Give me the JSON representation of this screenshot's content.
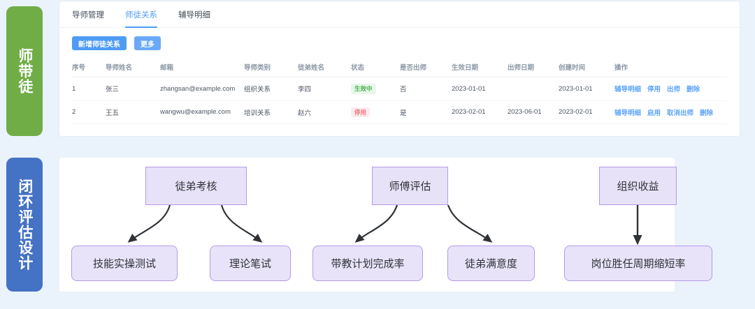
{
  "side_labels": {
    "mentorship": "师带徒",
    "closed_loop": "闭环评估设计"
  },
  "table_panel": {
    "tabs": [
      {
        "label": "导师管理",
        "active": false
      },
      {
        "label": "师徒关系",
        "active": true
      },
      {
        "label": "辅导明细",
        "active": false
      }
    ],
    "toolbar": {
      "add_label": "新增师徒关系",
      "more_label": "更多"
    },
    "columns": [
      "序号",
      "导师姓名",
      "邮箱",
      "导师类别",
      "徒弟姓名",
      "状态",
      "是否出师",
      "生效日期",
      "出师日期",
      "创建时间",
      "操作"
    ],
    "rows": [
      {
        "seq": "1",
        "mentor_name": "张三",
        "email": "zhangsan@example.com",
        "mentor_type": "组织关系",
        "student_name": "李四",
        "status": "生效中",
        "status_kind": "green",
        "graduated": "否",
        "effective_date": "2023-01-01",
        "graduation_date": "",
        "create_time": "2023-01-01",
        "operations": [
          "辅导明细",
          "停用",
          "出师",
          "删除"
        ]
      },
      {
        "seq": "2",
        "mentor_name": "王五",
        "email": "wangwu@example.com",
        "mentor_type": "培训关系",
        "student_name": "赵六",
        "status": "停用",
        "status_kind": "red",
        "graduated": "是",
        "effective_date": "2023-02-01",
        "graduation_date": "2023-06-01",
        "create_time": "2023-02-01",
        "operations": [
          "辅导明细",
          "启用",
          "取消出师",
          "删除"
        ]
      }
    ]
  },
  "diagram": {
    "nodes": {
      "apprentice_assessment": "徒弟考核",
      "skill_practical_test": "技能实操测试",
      "theory_written_test": "理论笔试",
      "mentor_evaluation": "师傅评估",
      "mentoring_plan_completion_rate": "带教计划完成率",
      "apprentice_satisfaction": "徒弟满意度",
      "organization_benefit": "组织收益",
      "job_competency_cycle_reduction_rate": "岗位胜任周期缩短率"
    }
  },
  "colors": {
    "accent_blue": "#4e9bf5",
    "green_label": "#70ad47",
    "blue_label": "#4472c4",
    "node_fill": "#e8e2f8",
    "node_border": "#b49ae8",
    "status_green": "#4caf50",
    "status_red": "#f1727f",
    "page_bg": "#eaf3fb"
  }
}
